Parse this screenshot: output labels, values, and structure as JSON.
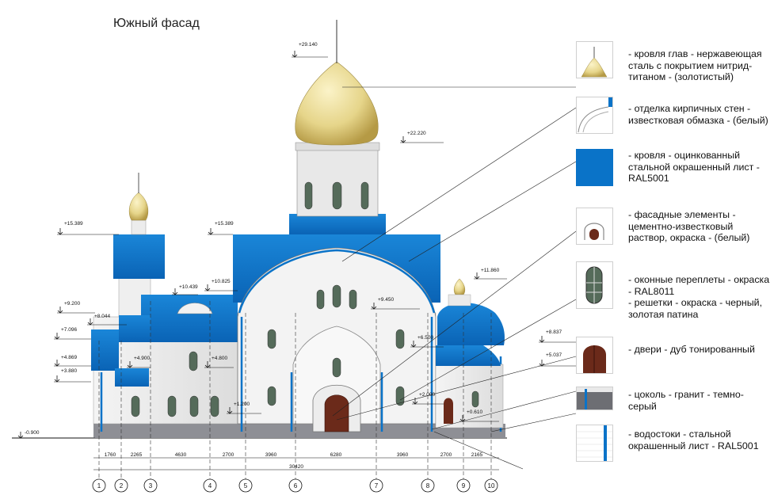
{
  "title": "Южный фасад",
  "levels": [
    "+29.140",
    "+22.220",
    "+15.389",
    "+15.389",
    "+11.860",
    "+10.825",
    "+10.439",
    "+9.450",
    "+9.200",
    "+8.044",
    "+8.837",
    "+7.096",
    "+6.500",
    "+5.037",
    "+4.900",
    "+4.800",
    "+4.869",
    "+3.880",
    "+2.000",
    "+1.200",
    "+0.610",
    "-0.900"
  ],
  "dimensions": [
    "1760",
    "2265",
    "4630",
    "2700",
    "3960",
    "6280",
    "3960",
    "2700",
    "2165"
  ],
  "total_dimension": "30420",
  "axes": [
    "1",
    "2",
    "3",
    "4",
    "5",
    "6",
    "7",
    "8",
    "9",
    "10"
  ],
  "legend": [
    {
      "text": "- кровля глав - нержавеющая сталь с покрытием нитрид-титаном - (золотистый)",
      "icon": "gold-dome-icon"
    },
    {
      "text": "- отделка кирпичных стен - известковая обмазка - (белый)",
      "icon": "wall-finish-icon"
    },
    {
      "text": "- кровля - оцинкованный стальной окрашенный лист - RAL5001",
      "icon": "roof-swatch-icon",
      "color": "#0a73c8"
    },
    {
      "text": "- фасадные элементы - цементно-известковый раствор, окраска - (белый)",
      "icon": "facade-element-icon"
    },
    {
      "text": "- оконные переплеты - окраска - RAL8011\n- решетки - окраска - черный, золотая патина",
      "icon": "window-frame-icon"
    },
    {
      "text": "- двери - дуб тонированный",
      "icon": "door-icon",
      "color": "#6b2a1a"
    },
    {
      "text": "- цоколь - гранит - темно-серый",
      "icon": "plinth-icon",
      "color": "#6d6e73"
    },
    {
      "text": "- водостоки - стальной окрашенный лист - RAL5001",
      "icon": "drainpipe-icon",
      "color": "#0a73c8"
    }
  ]
}
